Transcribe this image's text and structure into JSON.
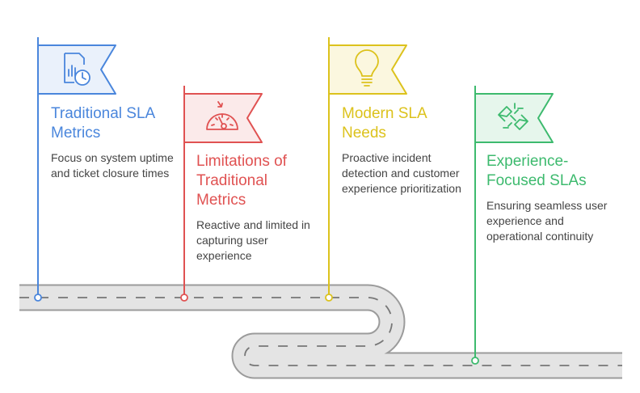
{
  "colors": {
    "blue": "#4a86dc",
    "red": "#e05252",
    "yellow": "#dcc21c",
    "green": "#3dba6e",
    "road_fill": "#e4e4e4",
    "road_edge": "#9b9b9b",
    "road_dash": "#777777"
  },
  "milestones": [
    {
      "id": "traditional-sla-metrics",
      "title": "Traditional SLA Metrics",
      "description": "Focus on system uptime and ticket closure times",
      "color": "#4a86dc",
      "flag_fill": "#eaf1fb",
      "icon": "chart-clock-icon"
    },
    {
      "id": "limitations-of-traditional-metrics",
      "title": "Limitations of Traditional Metrics",
      "description": "Reactive and limited in capturing user experience",
      "color": "#e05252",
      "flag_fill": "#fbeaea",
      "icon": "gauge-icon"
    },
    {
      "id": "modern-sla-needs",
      "title": "Modern SLA Needs",
      "description": "Proactive incident detection and customer experience prioritization",
      "color": "#dcc21c",
      "flag_fill": "#fbf7df",
      "icon": "lightbulb-icon"
    },
    {
      "id": "experience-focused-slas",
      "title": "Experience-Focused SLAs",
      "description": "Ensuring seamless user experience and operational continuity",
      "color": "#3dba6e",
      "flag_fill": "#e6f6ec",
      "icon": "connection-icon"
    }
  ]
}
